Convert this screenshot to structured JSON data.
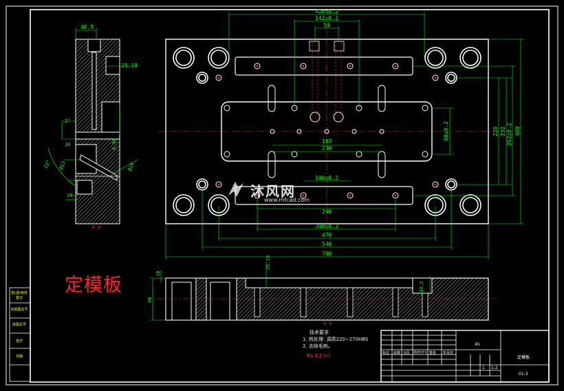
{
  "title": "定模板",
  "colors": {
    "background": "#000000",
    "outline": "#ffffff",
    "dimension": "#00ff00",
    "center_line": "#ff2a2a",
    "title": "#ff2222",
    "side_label": "#ffff00"
  },
  "dimensions": {
    "top": [
      "426±0.2",
      "142±0.2",
      "50"
    ],
    "bottom": [
      "300±0.2",
      "470",
      "540",
      "700"
    ],
    "middle": [
      "183",
      "236",
      "100±0.2",
      "240"
    ],
    "right": [
      "98±0.2",
      "228",
      "232",
      "262±0.2",
      "400"
    ],
    "section_left": [
      "40.5",
      "25.19",
      "2°",
      "10",
      "4.94",
      "22°",
      "Ø13",
      "Ø16",
      "20",
      "F-F"
    ],
    "section_bottom": [
      "10",
      "90",
      "25.19",
      "34.5",
      "G-G"
    ]
  },
  "tech_requirements": {
    "heading": "技术要求",
    "line1": "1. 热处理: 调质220~270HBS",
    "line2": "2. 去除毛刺。",
    "roughness": "Ra 3.2 (√)"
  },
  "title_block": {
    "material": "45",
    "part_name": "定模板",
    "drawing_no": "01-3",
    "scale": "1:2",
    "count": "1",
    "sheet_labels": [
      "标记",
      "处数",
      "分区",
      "更改文件号",
      "签名",
      "年月日"
    ]
  },
  "left_column_labels": [
    "借(通)用件登记",
    "旧底图总号",
    "底图总号",
    "签字",
    "日期"
  ],
  "watermark": {
    "name": "沐风网",
    "url": "www.mfcad.com"
  }
}
